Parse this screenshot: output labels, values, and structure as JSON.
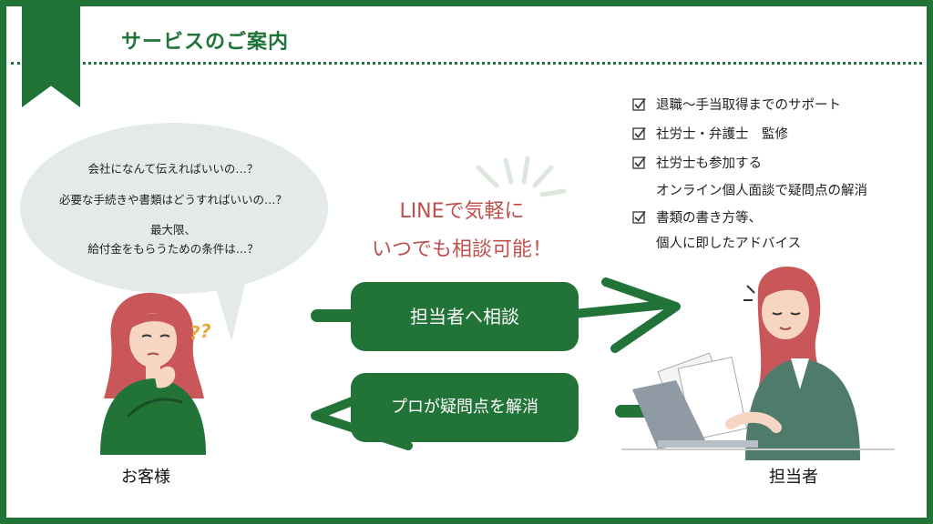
{
  "header": {
    "title": "サービスのご案内"
  },
  "bubble": {
    "questions": [
      "会社になんて伝えればいいの…？",
      "必要な手続きや書類はどうすればいいの…？",
      "最大限、",
      "給付金をもらうための条件は…？"
    ]
  },
  "headline": {
    "line1": "LINEで気軽に",
    "line2": "いつでも相談可能！"
  },
  "checklist": {
    "items": [
      "退職〜手当取得までのサポート",
      "社労士・弁護士　監修",
      "社労士も参加する",
      "オンライン個人面談で疑問点の解消",
      "書類の書き方等、",
      "個人に即したアドバイス"
    ]
  },
  "flow": {
    "to_staff": "担当者へ相談",
    "to_customer": "プロが疑問点を解消"
  },
  "people": {
    "customer_label": "お客様",
    "staff_label": "担当者"
  },
  "colors": {
    "brand_green": "#217338",
    "accent_red": "#c0504d",
    "bubble_bg": "#e4ebe6",
    "hair": "#c9575a",
    "question_mark": "#e8a93b"
  },
  "icons": [
    "checkbox-check-icon",
    "bookmark-ribbon-icon",
    "sparkle-lines-icon",
    "question-mark-icon",
    "right-arrow-icon",
    "left-arrow-icon"
  ]
}
